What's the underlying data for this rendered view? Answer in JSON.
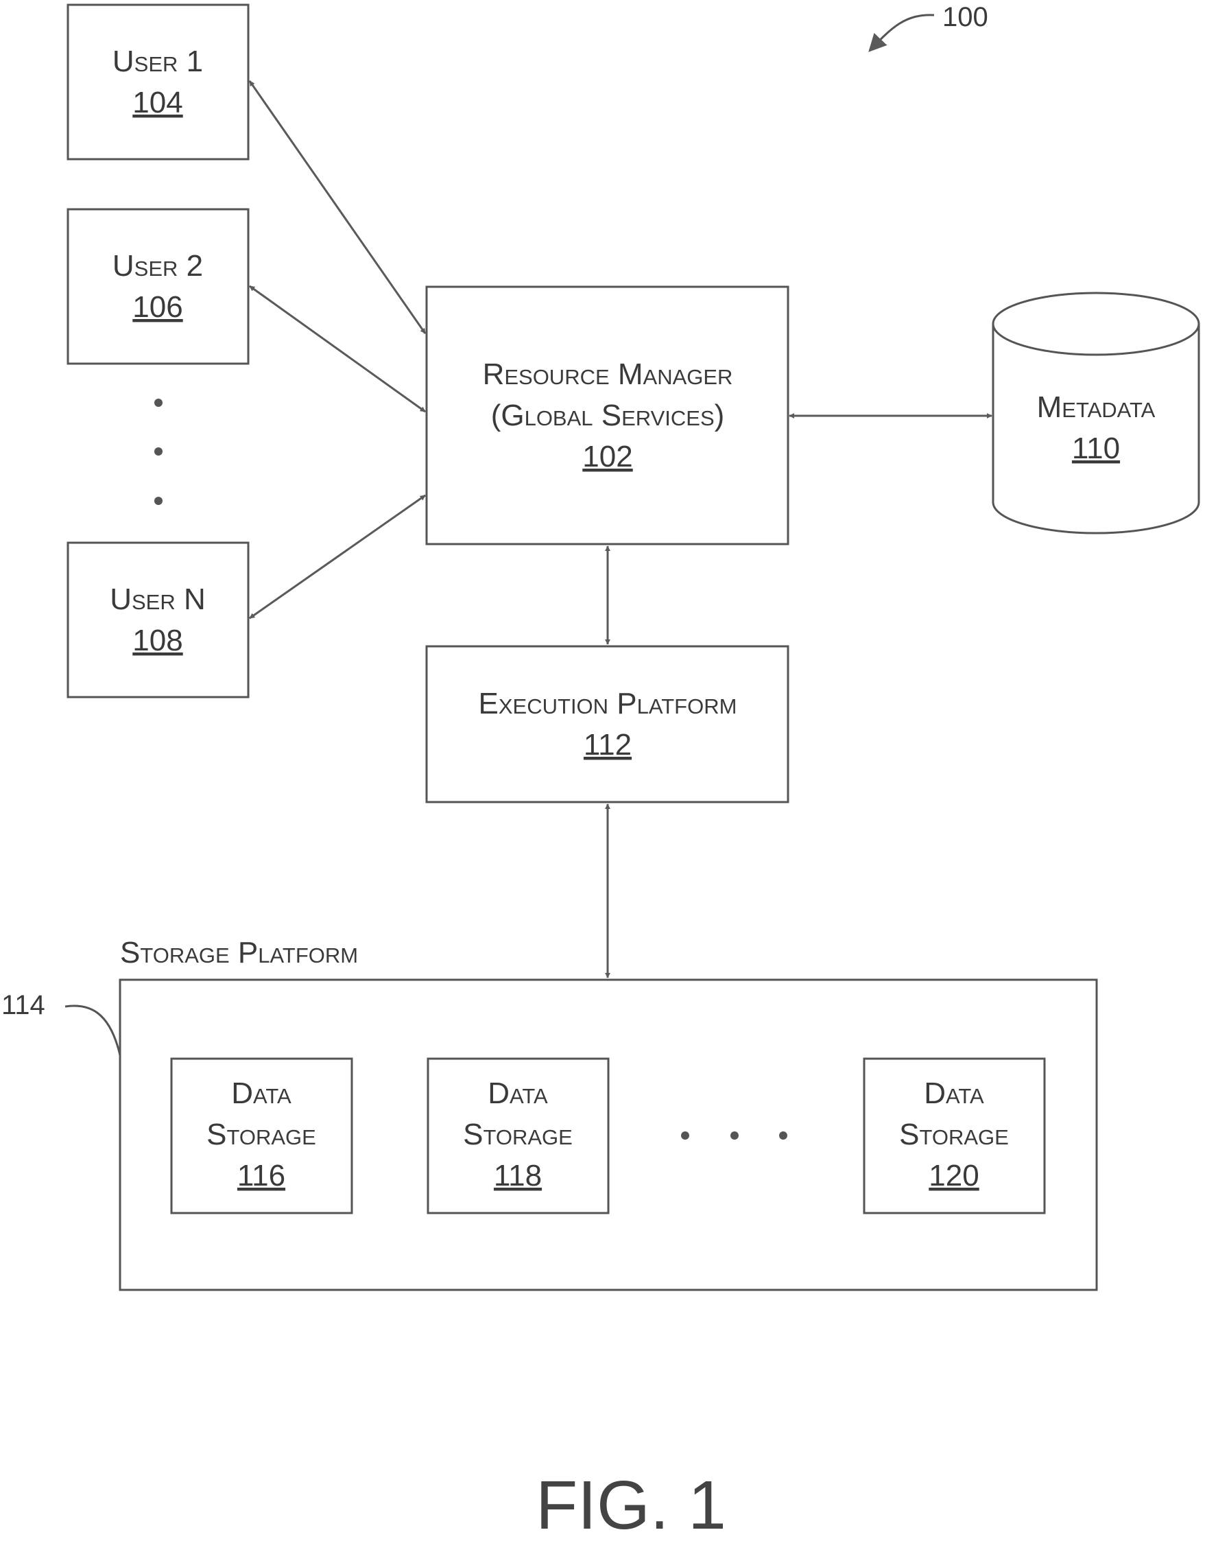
{
  "figure_ref": "100",
  "users": [
    {
      "title": "User 1",
      "ref": "104"
    },
    {
      "title": "User 2",
      "ref": "106"
    },
    {
      "title": "User N",
      "ref": "108"
    }
  ],
  "resource_manager": {
    "line1": "Resource Manager",
    "line2": "(Global Services)",
    "ref": "102"
  },
  "metadata": {
    "title": "Metadata",
    "ref": "110"
  },
  "execution_platform": {
    "title": "Execution Platform",
    "ref": "112"
  },
  "storage_platform": {
    "title": "Storage Platform",
    "ref": "114"
  },
  "data_storage": [
    {
      "line1": "Data",
      "line2": "Storage",
      "ref": "116"
    },
    {
      "line1": "Data",
      "line2": "Storage",
      "ref": "118"
    },
    {
      "line1": "Data",
      "line2": "Storage",
      "ref": "120"
    }
  ],
  "caption": "FIG. 1"
}
